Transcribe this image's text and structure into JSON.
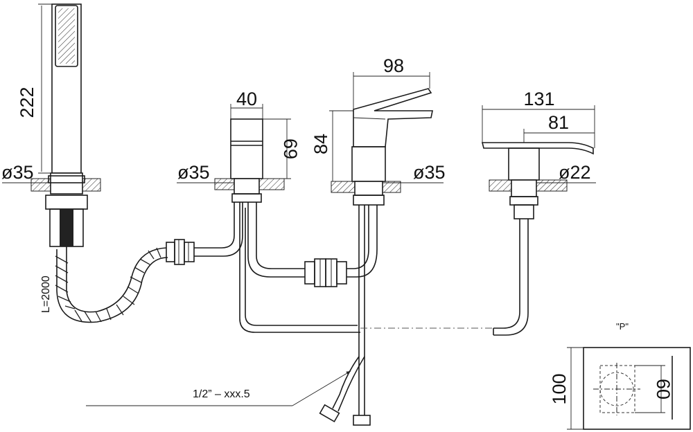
{
  "handshower": {
    "height_label": "222",
    "diameter_label": "ø35",
    "hose_length_label": "L=2000"
  },
  "diverter": {
    "width_label": "40",
    "height_label": "69",
    "diameter_label": "ø35"
  },
  "mixer": {
    "width_label": "98",
    "height_label": "84",
    "diameter_label": "ø35"
  },
  "spout": {
    "width_label": "131",
    "reach_label": "81",
    "diameter_label": "ø22"
  },
  "connection": {
    "label": "1/2”  –  xxx.5"
  },
  "plate": {
    "title": "\"P\"",
    "height_label": "100",
    "hole_label": "60"
  }
}
